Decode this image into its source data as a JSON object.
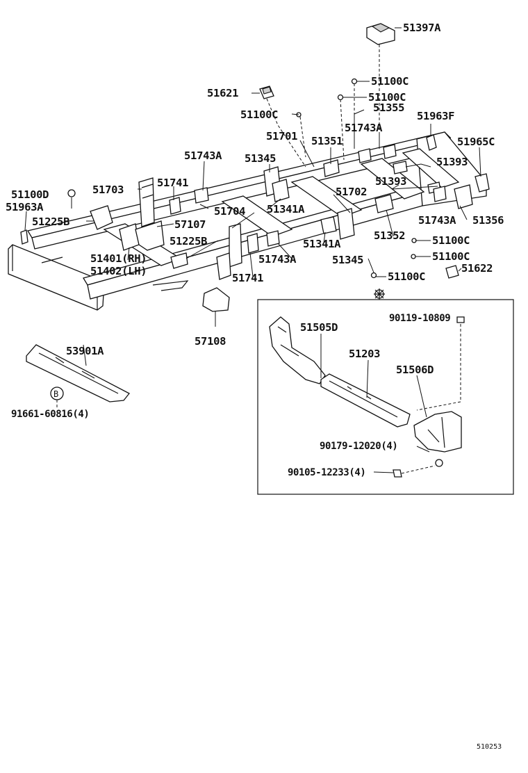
{
  "diagram": {
    "labels": {
      "p51397A": "51397A",
      "p51100C_a": "51100C",
      "p51100C_b": "51100C",
      "p51355": "51355",
      "p51621": "51621",
      "p51100C_c": "51100C",
      "p51963F": "51963F",
      "p51743A_a": "51743A",
      "p51701": "51701",
      "p51351": "51351",
      "p51965C": "51965C",
      "p51743A_b": "51743A",
      "p51345_a": "51345",
      "p51393_a": "51393",
      "p51741_a": "51741",
      "p51703": "51703",
      "p51393_b": "51393",
      "p51100D": "51100D",
      "p51702": "51702",
      "p51963A": "51963A",
      "p51704": "51704",
      "p51341A_a": "51341A",
      "p51225B_a": "51225B",
      "p57107": "57107",
      "p51743A_c": "51743A",
      "p51356": "51356",
      "p51225B_b": "51225B",
      "p51352": "51352",
      "p51341A_b": "51341A",
      "p51401": "51401(RH)",
      "p51100C_d": "51100C",
      "p51402": "51402(LH)",
      "p51743A_d": "51743A",
      "p51345_b": "51345",
      "p51100C_e": "51100C",
      "p51622": "51622",
      "p51741_b": "51741",
      "p51100C_f": "51100C",
      "p57108": "57108",
      "p90119": "90119-10809",
      "p51505D": "51505D",
      "p53901A": "53901A",
      "p51203": "51203",
      "p51506D": "51506D",
      "callout_B": "B",
      "p91661": "91661-60816(4)",
      "p90179": "90179-12020(4)",
      "p90105": "90105-12233(4)",
      "ref_code": "510253"
    }
  }
}
